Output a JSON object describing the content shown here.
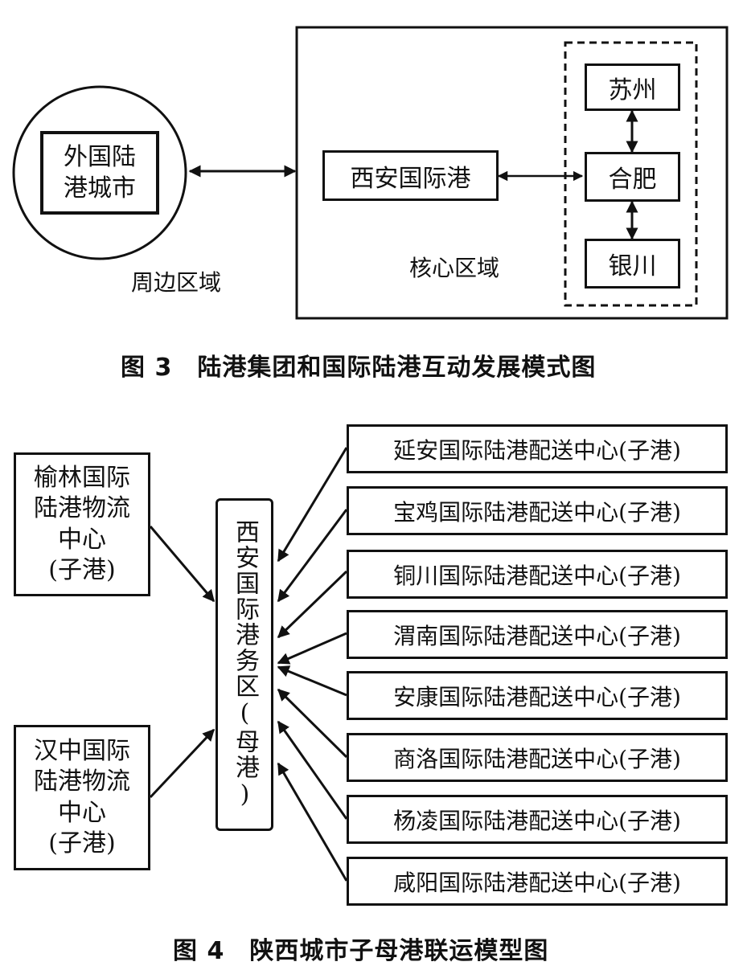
{
  "fig3": {
    "foreign_city": "外国陆\n港城市",
    "peripheral_label": "周边区域",
    "xian_port": "西安国际港",
    "core_label": "核心区域",
    "suzhou": "苏州",
    "hefei": "合肥",
    "yinchuan": "银川",
    "caption": "图 3　陆港集团和国际陆港互动发展模式图"
  },
  "fig4": {
    "mother_port": "西安国际港务区(母港)",
    "left_nodes": [
      "榆林国际\n陆港物流\n中心\n(子港)",
      "汉中国际\n陆港物流\n中心\n(子港)"
    ],
    "right_nodes": [
      "延安国际陆港配送中心(子港)",
      "宝鸡国际陆港配送中心(子港)",
      "铜川国际陆港配送中心(子港)",
      "渭南国际陆港配送中心(子港)",
      "安康国际陆港配送中心(子港)",
      "商洛国际陆港配送中心(子港)",
      "杨凌国际陆港配送中心(子港)",
      "咸阳国际陆港配送中心(子港)"
    ],
    "caption": "图 4　陕西城市子母港联运模型图"
  }
}
